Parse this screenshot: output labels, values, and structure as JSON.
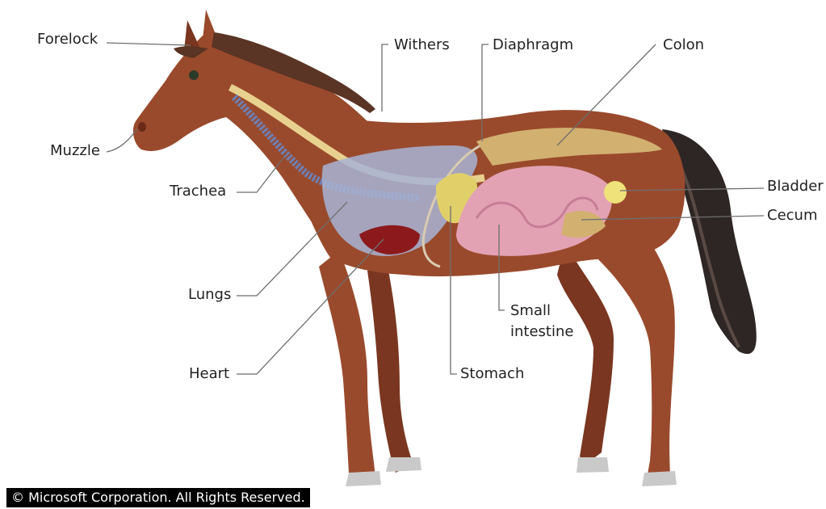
{
  "labels": {
    "forelock": "Forelock",
    "muzzle": "Muzzle",
    "trachea": "Trachea",
    "lungs": "Lungs",
    "heart": "Heart",
    "withers": "Withers",
    "diaphragm": "Diaphragm",
    "colon": "Colon",
    "bladder": "Bladder",
    "cecum": "Cecum",
    "small_intestine_line1": "Small",
    "small_intestine_line2": "intestine",
    "stomach": "Stomach"
  },
  "copyright": "© Microsoft Corporation. All Rights Reserved.",
  "colors": {
    "horse_body": "#9a4a2c",
    "horse_shadow": "#7a3620",
    "mane_tail": "#2e2624",
    "hoof": "#c9c9c9",
    "lungs": "#a7b4d6",
    "heart": "#8c1a1c",
    "intestine_pink": "#e3a2b4",
    "colon_tan": "#d2b070",
    "trachea": "#6c7fb4",
    "spine": "#e8d18e"
  }
}
